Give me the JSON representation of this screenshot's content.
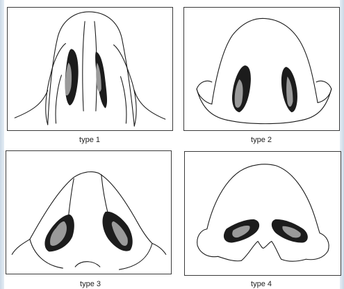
{
  "panels": [
    {
      "caption": "type 1"
    },
    {
      "caption": "type 2"
    },
    {
      "caption": "type 3"
    },
    {
      "caption": "type 4"
    }
  ],
  "colors": {
    "outline": "#1a1a1a",
    "nostril_dark": "#1c1c1c",
    "nostril_gray": "#9a9a9a",
    "panel_border": "#3a3a3a"
  }
}
